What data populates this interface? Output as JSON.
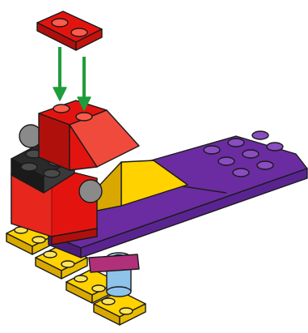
{
  "figure": {
    "kind": "lego-build-step",
    "colors": {
      "red": "#E3140F",
      "red_dark": "#B0100C",
      "red_light": "#F04A3C",
      "purple": "#6A2CA0",
      "purple_dark": "#4B1D78",
      "purple_light": "#8A4CC0",
      "yellow": "#FFD200",
      "yellow_dark": "#D9A800",
      "black": "#2A2A2A",
      "gray": "#8A8A8A",
      "light_gray": "#BDBDBD",
      "light_blue": "#8EC3EA",
      "magenta": "#B0307A",
      "arrow_green": "#1F9D3A",
      "outline": "#1A1A1A"
    },
    "parts": [
      "red-plate-1x2",
      "red-slope-brick",
      "black-plate-2x2",
      "red-side-brick",
      "gray-ball-joint",
      "yellow-wedge",
      "purple-wedge-plate",
      "yellow-plate-tiles",
      "light-blue-round-brick"
    ],
    "arrow_count": 2
  }
}
